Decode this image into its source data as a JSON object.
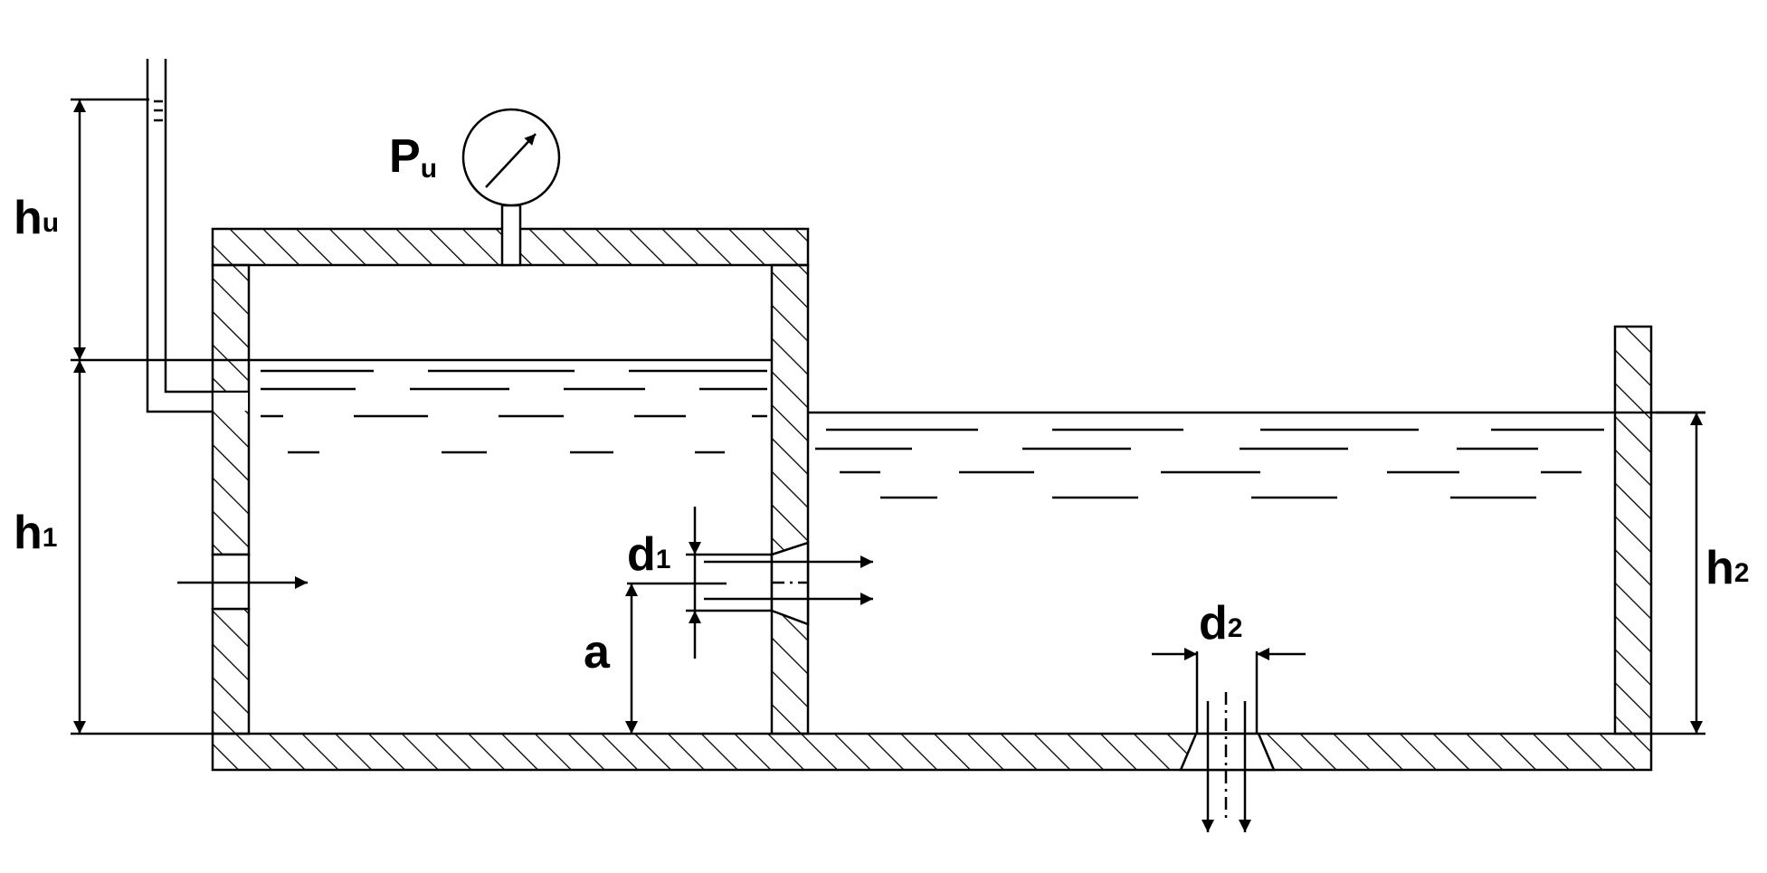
{
  "labels": {
    "pressure_main": "P",
    "pressure_sub": "u",
    "hu_main": "h",
    "hu_sub": "u",
    "h1_main": "h",
    "h1_sub": "1",
    "h2_main": "h",
    "h2_sub": "2",
    "d1_main": "d",
    "d1_sub": "1",
    "d2_main": "d",
    "d2_sub": "2",
    "a": "a"
  },
  "colors": {
    "line": "#000000",
    "background": "#ffffff"
  }
}
